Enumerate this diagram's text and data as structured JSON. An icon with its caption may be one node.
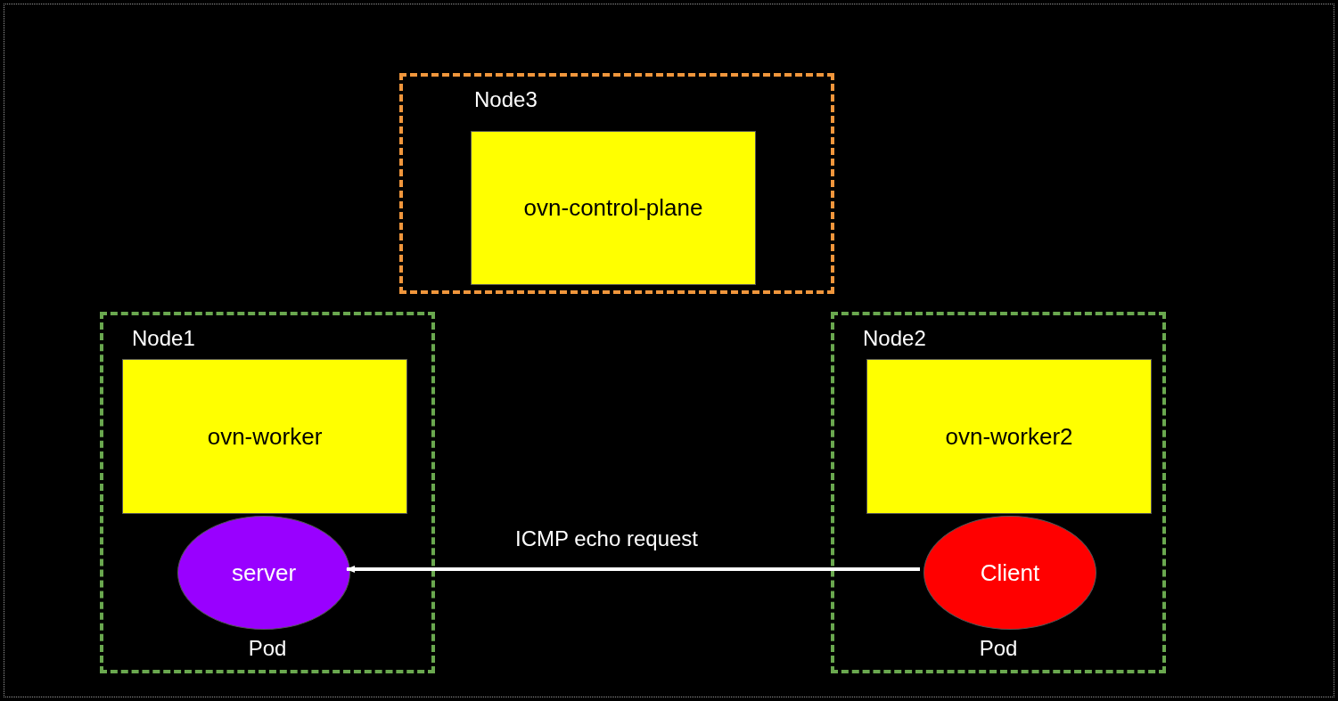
{
  "diagram": {
    "nodes": [
      {
        "text": [
          "Node3"
        ]
      },
      {
        "text": [
          "ovn-control-plane"
        ],
        "in": 0
      },
      {
        "text": [
          "Node1",
          "Pod"
        ]
      },
      {
        "text": [
          "ovn-worker"
        ],
        "in": 2
      },
      {
        "text": [
          "server"
        ],
        "in": 2
      },
      {
        "text": [
          "Node2",
          "Pod"
        ]
      },
      {
        "text": [
          "ovn-worker2"
        ],
        "in": 5
      },
      {
        "text": [
          "Client"
        ],
        "in": 5
      }
    ],
    "edges": [
      {
        "from": 7,
        "to": 4,
        "arrow": "to",
        "label": "ICMP echo request"
      }
    ]
  }
}
